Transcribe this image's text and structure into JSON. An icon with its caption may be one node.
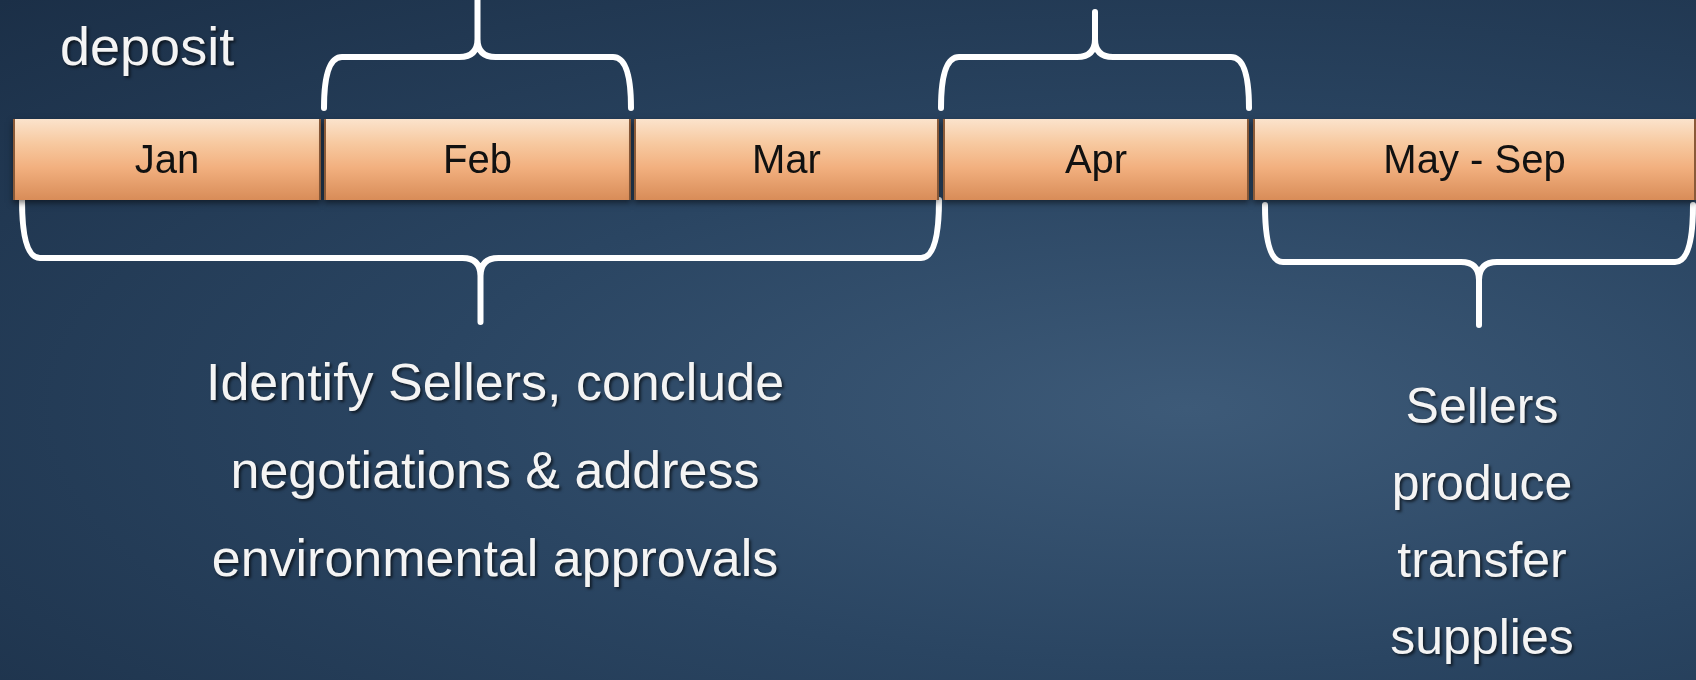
{
  "diagram": {
    "nodes": [
      {
        "text": [
          "Jan"
        ]
      },
      {
        "text": [
          "Feb"
        ]
      },
      {
        "text": [
          "Mar"
        ]
      },
      {
        "text": [
          "Apr"
        ]
      },
      {
        "text": [
          "May - Sep"
        ]
      }
    ],
    "labels": [
      "deposit",
      "Identify Sellers, conclude negotiations & address environmental approvals",
      "Sellers produce transfer supplies"
    ]
  }
}
